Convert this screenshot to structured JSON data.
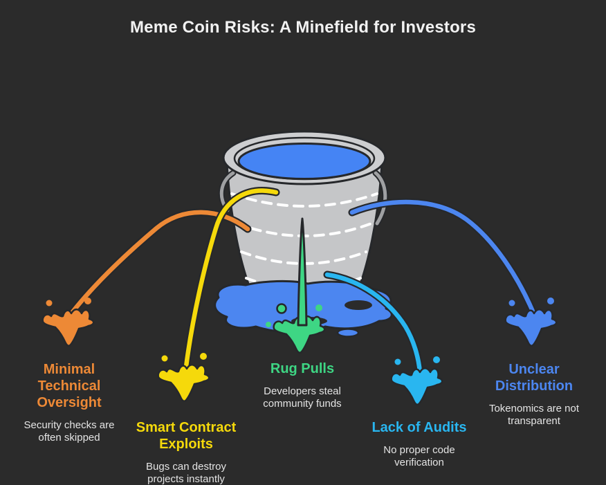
{
  "title": "Meme Coin Risks: A Minefield for Investors",
  "palette": {
    "background": "#2B2B2B",
    "outline": "#26282B",
    "bucket_body": "#C5C6C8",
    "bucket_rim": "#CDCED0",
    "water": "#4584F4",
    "puddle": "#4C86F0",
    "dashed_lines": "#FFFFFF",
    "title_text": "#F2F2F2",
    "body_text": "#E4E4E4"
  },
  "risks": [
    {
      "id": "minimal-technical-oversight",
      "label": "Minimal Technical Oversight",
      "description": "Security checks are often skipped",
      "color": "#ED8936",
      "icon": "splash-icon"
    },
    {
      "id": "smart-contract-exploits",
      "label": "Smart Contract Exploits",
      "description": "Bugs can destroy projects instantly",
      "color": "#F5D90B",
      "icon": "splash-icon"
    },
    {
      "id": "rug-pulls",
      "label": "Rug Pulls",
      "description": "Developers steal community funds",
      "color": "#3ED684",
      "icon": "splash-icon"
    },
    {
      "id": "lack-of-audits",
      "label": "Lack of Audits",
      "description": "No proper code verification",
      "color": "#29B6F0",
      "icon": "splash-icon"
    },
    {
      "id": "unclear-distribution",
      "label": "Unclear Distribution",
      "description": "Tokenomics are not transparent",
      "color": "#4C86F0",
      "icon": "splash-icon"
    }
  ]
}
